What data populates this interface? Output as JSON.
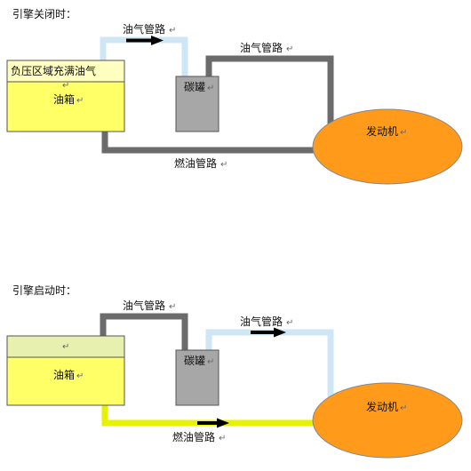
{
  "return_mark": "↵",
  "colors": {
    "gray_pipe": "#6b6b6b",
    "light_blue_pipe": "#cfe6f5",
    "fuel_active_pipe": "#e6f200",
    "tank_body": "#ffff66",
    "tank_top_off": "#ffffc0",
    "tank_top_on": "#e8f0b0",
    "canister": "#a7a7a7",
    "engine": "#ff9a1a",
    "arrow": "#000000"
  },
  "top": {
    "heading": "引擎关闭时：",
    "tank_top_label": "负压区域充满油气",
    "tank_label": "油箱",
    "canister_label": "碳罐",
    "engine_label": "发动机",
    "vapor_pipe_left_label": "油气管路",
    "vapor_pipe_right_label": "油气管路",
    "fuel_pipe_label": "燃油管路"
  },
  "bottom": {
    "heading": "引擎启动时：",
    "tank_top_label": "",
    "tank_label": "油箱",
    "canister_label": "碳罐",
    "engine_label": "发动机",
    "vapor_pipe_left_label": "油气管路",
    "vapor_pipe_right_label": "油气管路",
    "fuel_pipe_label": "燃油管路"
  }
}
